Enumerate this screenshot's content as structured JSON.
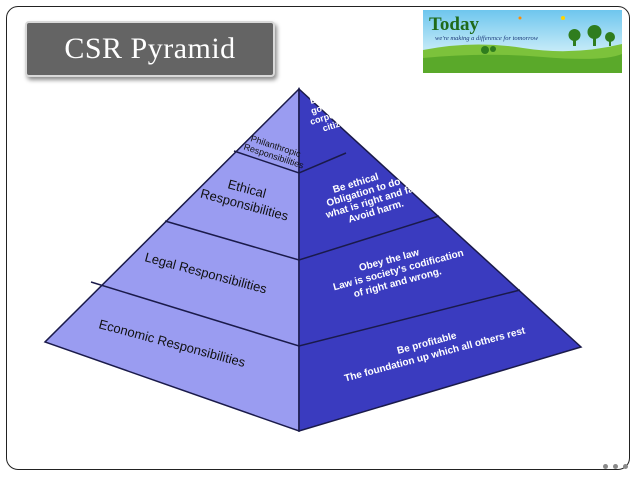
{
  "slide": {
    "title": "CSR Pyramid"
  },
  "logo": {
    "brand": "Today",
    "tagline": "we're making a difference for tomorrow"
  },
  "pyramid": {
    "levels": [
      {
        "left_label": [
          "Philanthropic",
          "Responsibilities"
        ],
        "right_label": [
          "Be",
          "good",
          "corporate",
          "citizen"
        ]
      },
      {
        "left_label": [
          "Ethical",
          "Responsibilities"
        ],
        "right_label": [
          "Be ethical",
          "Obligation to do",
          "what is right and fair.",
          "Avoid harm."
        ]
      },
      {
        "left_label": [
          "Legal Responsibilities"
        ],
        "right_label": [
          "Obey the law",
          "Law is society's codification",
          "of right and wrong."
        ]
      },
      {
        "left_label": [
          "Economic Responsibilities"
        ],
        "right_label": [
          "Be profitable",
          "The foundation up which all others rest"
        ]
      }
    ]
  },
  "colors": {
    "left_face": "#9a9cf1",
    "right_face": "#3a3bbf",
    "edge": "#1a1a4a",
    "title_bg": "#646464"
  }
}
